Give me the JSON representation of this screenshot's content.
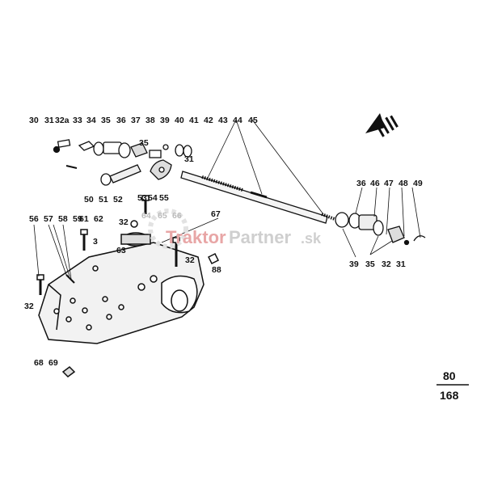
{
  "callouts": {
    "c30": "30",
    "c31a": "31",
    "c32a": "32a",
    "c33": "33",
    "c34": "34",
    "c35a": "35",
    "c36a": "36",
    "c37": "37",
    "c38": "38",
    "c39a": "39",
    "c40": "40",
    "c41": "41",
    "c42": "42",
    "c43": "43",
    "c44": "44",
    "c45": "45",
    "c35b": "35",
    "c31b": "31",
    "c50": "50",
    "c51": "51",
    "c52": "52",
    "c53": "53",
    "c54": "54",
    "c55": "55",
    "c56": "56",
    "c57": "57",
    "c58": "58",
    "c59": "59",
    "c60": "60",
    "c61": "61",
    "c62": "62",
    "c32b": "32",
    "c3": "3",
    "c63": "63",
    "c64": "64",
    "c65": "65",
    "c66": "66",
    "c67": "67",
    "c32c": "32",
    "c88": "88",
    "c32d": "32",
    "c68": "68",
    "c69": "69",
    "c36b": "36",
    "c46": "46",
    "c47": "47",
    "c48": "48",
    "c49": "49",
    "c39b": "39",
    "c35c": "35",
    "c32e": "32",
    "c31c": "31"
  },
  "page": {
    "number_top": "80",
    "number_bottom": "168"
  },
  "watermark": {
    "brand_a": "Traktor",
    "brand_b": "Partner",
    "suffix": ".sk"
  },
  "colors": {
    "ink": "#111111",
    "watermark_red": "#e8a6a6",
    "watermark_grey": "#cfcfcf"
  }
}
